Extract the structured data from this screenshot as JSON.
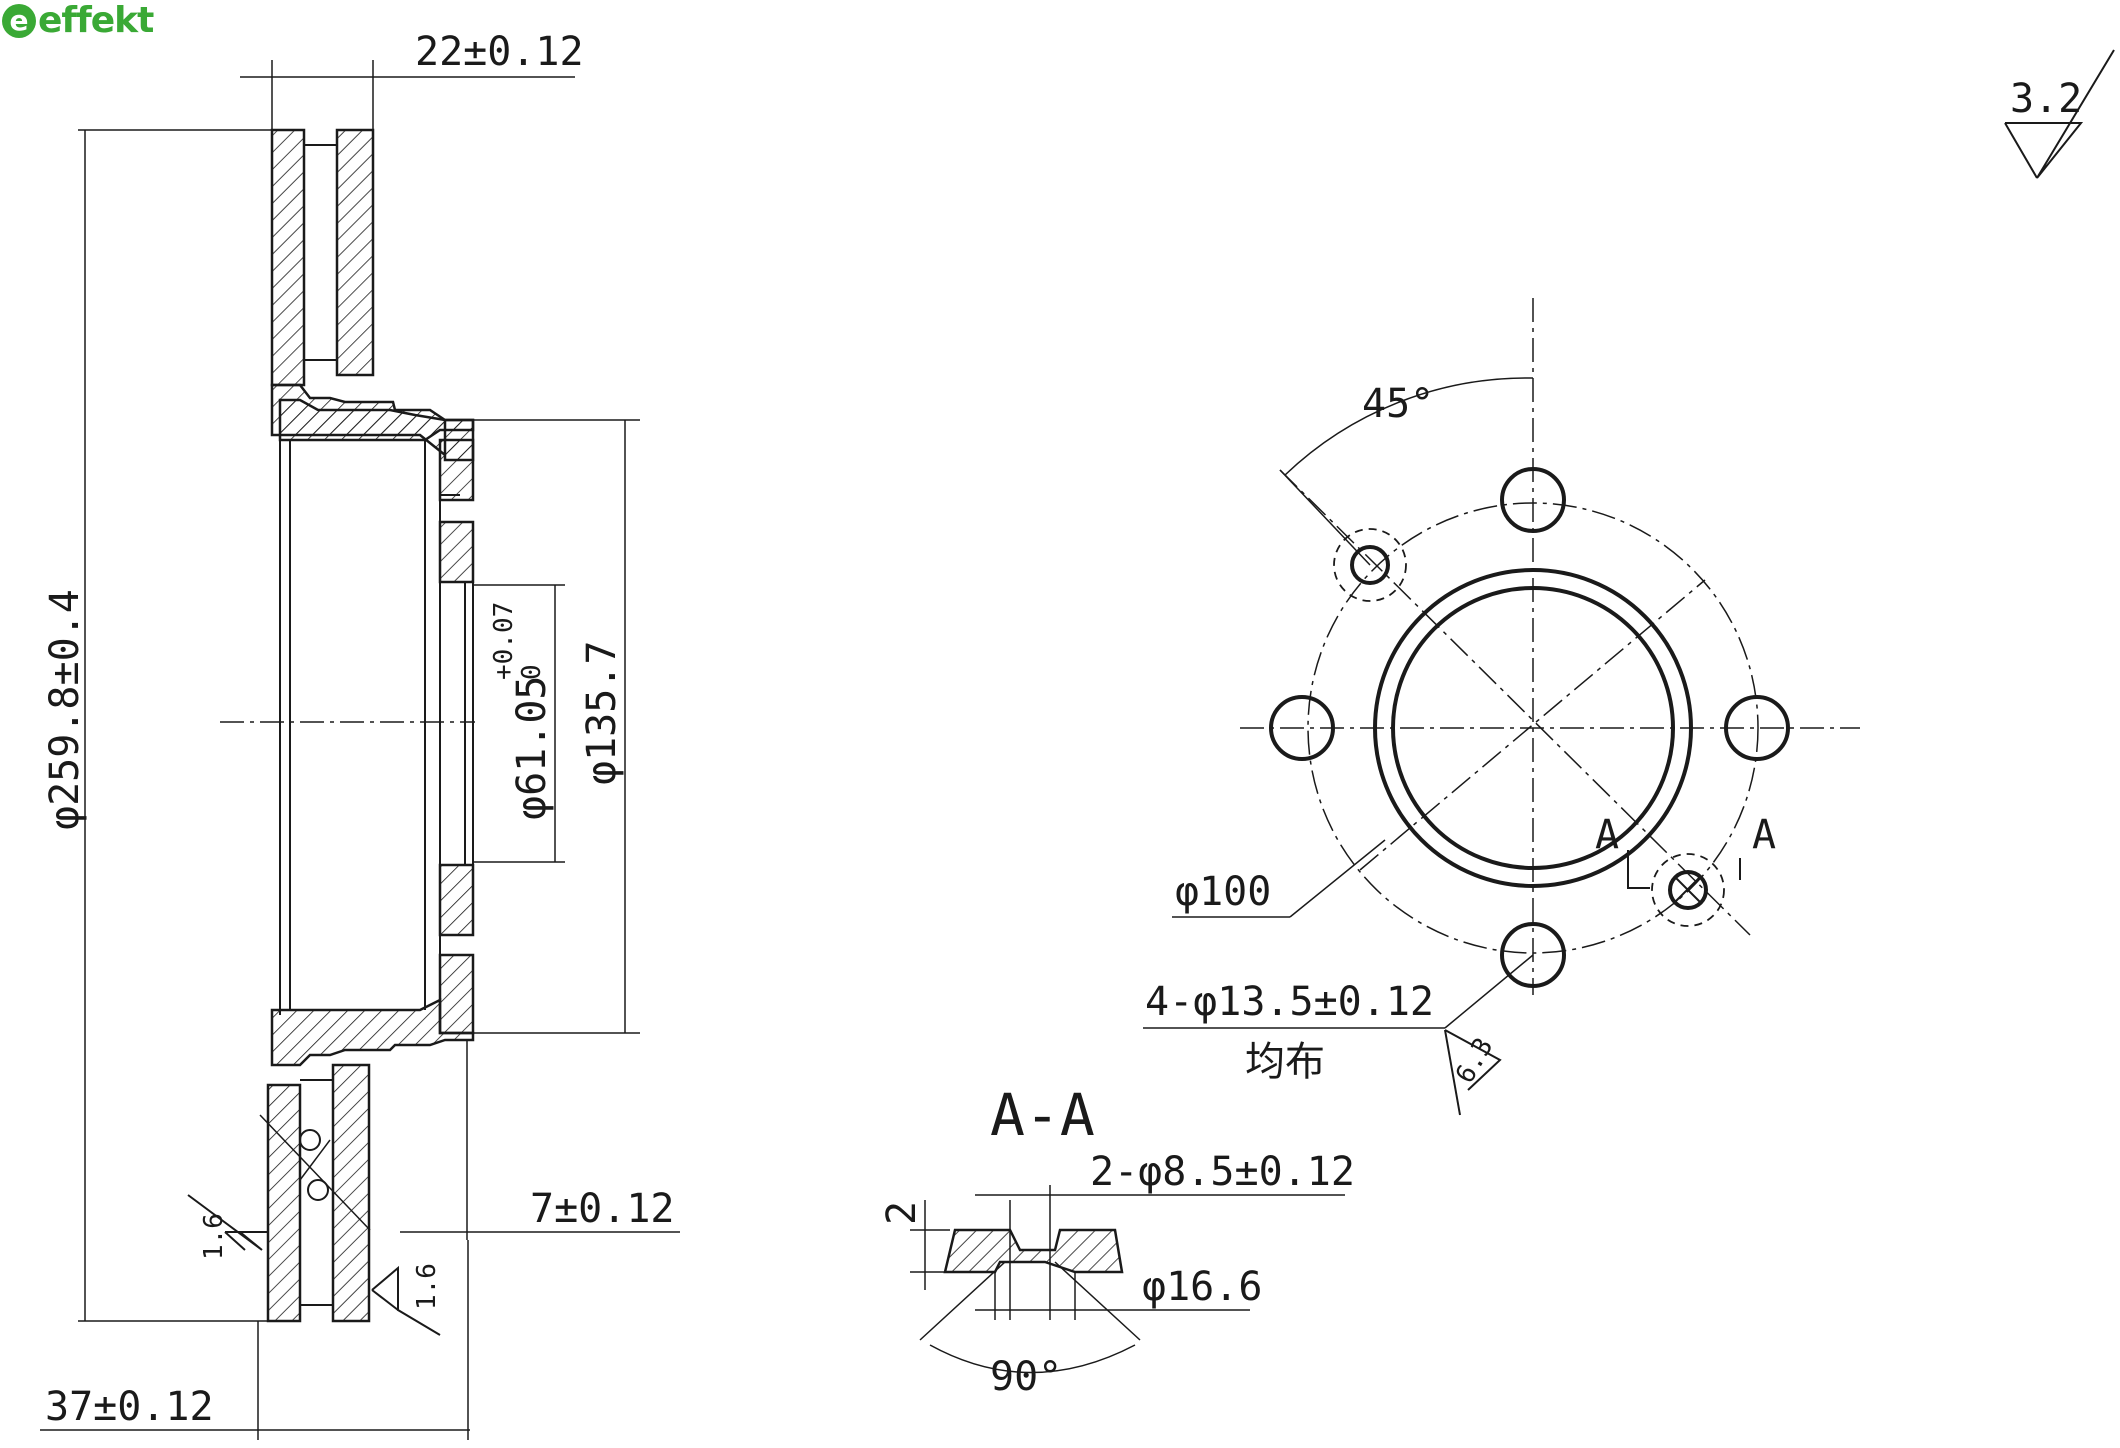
{
  "brand": {
    "name": "effekt",
    "icon": "effekt-logo-icon",
    "color": "#3aa935"
  },
  "roughness": {
    "general": "3.2",
    "face_left": "1.6",
    "face_right": "1.6",
    "hole": "6.3"
  },
  "dimensions": {
    "disc_thickness": "22±0.12",
    "outer_diameter": "φ259.8±0.4",
    "hub_outer": "φ135.7",
    "bore": "φ61.05",
    "bore_tol_upper": "+0.07",
    "bore_tol_lower": "0",
    "hat_depth": "7±0.12",
    "overall_height": "37±0.12",
    "angle": "45°",
    "pcd": "φ100",
    "bolt_holes": "4-φ13.5±0.12",
    "bolt_holes_note": "均布",
    "section_mark": "A",
    "section_title": "A-A",
    "pin_holes": "2-φ8.5±0.12",
    "countersink_dia": "φ16.6",
    "countersink_depth": "2",
    "countersink_angle": "90°"
  }
}
